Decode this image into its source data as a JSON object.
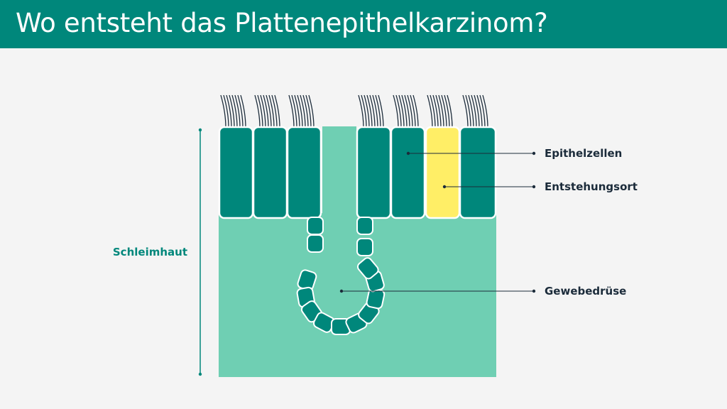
{
  "header": {
    "title": "Wo entsteht das Plattenepithelkarzinom?"
  },
  "diagram": {
    "side_label": "Schleimhaut",
    "labels": {
      "epithelzellen": "Epithelzellen",
      "entstehungsort": "Entstehungsort",
      "gewebedruese": "Gewebedrüse"
    }
  },
  "colors": {
    "header": "#00877b",
    "cell": "#00877b",
    "tissue": "#6fcfb3",
    "highlight": "#ffee66",
    "cilia": "#1b2b3a",
    "leader": "#1b2b3a",
    "background": "#f4f4f4"
  }
}
